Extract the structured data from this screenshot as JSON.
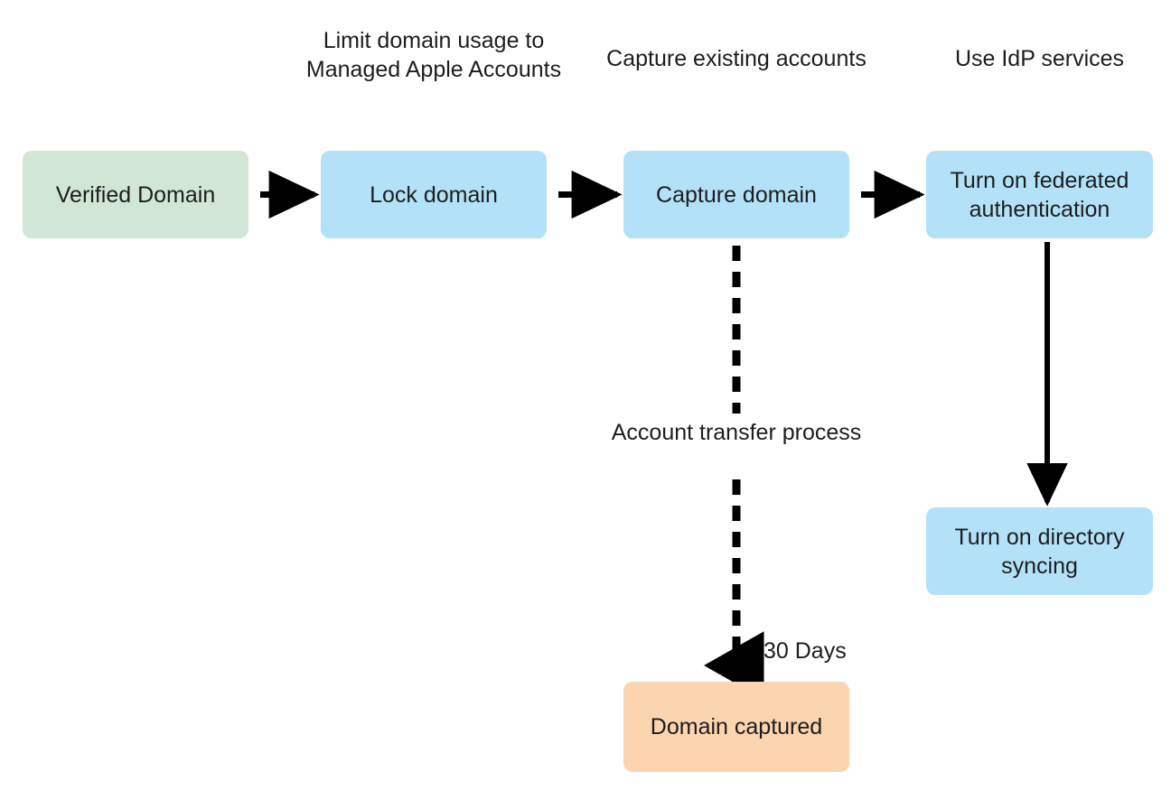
{
  "diagram": {
    "title": "Managed Apple Account domain capture and federation flow",
    "background": "#ffffff",
    "colors": {
      "green_fill": "#d2e6d5",
      "blue_fill": "#b3e2f8",
      "orange_fill": "#fbd5b0",
      "line": "#000000",
      "text": "#1d1d1f"
    }
  },
  "nodes": {
    "verified_domain": {
      "label": "Verified Domain",
      "fill": "#d2e6d5"
    },
    "lock_domain": {
      "label": "Lock domain",
      "fill": "#b3e2f8"
    },
    "capture_domain": {
      "label": "Capture domain",
      "fill": "#b3e2f8"
    },
    "federated_auth": {
      "label": "Turn on federated authentication",
      "fill": "#b3e2f8"
    },
    "directory_syncing": {
      "label": "Turn on directory syncing",
      "fill": "#b3e2f8"
    },
    "domain_captured": {
      "label": "Domain captured",
      "fill": "#fbd5b0"
    }
  },
  "captions": {
    "lock_domain": "Limit domain usage to Managed Apple Accounts",
    "capture_domain": "Capture existing accounts",
    "federated_auth": "Use IdP services",
    "account_transfer": "Account transfer process"
  },
  "edge_labels": {
    "thirty_days": "30 Days"
  },
  "edges": [
    {
      "from": "verified_domain",
      "to": "lock_domain",
      "style": "solid",
      "direction": "right"
    },
    {
      "from": "lock_domain",
      "to": "capture_domain",
      "style": "solid",
      "direction": "right"
    },
    {
      "from": "capture_domain",
      "to": "federated_auth",
      "style": "solid",
      "direction": "right"
    },
    {
      "from": "federated_auth",
      "to": "directory_syncing",
      "style": "solid",
      "direction": "down"
    },
    {
      "from": "capture_domain",
      "to": "domain_captured",
      "style": "dashed",
      "direction": "down",
      "label": "30 Days"
    }
  ]
}
